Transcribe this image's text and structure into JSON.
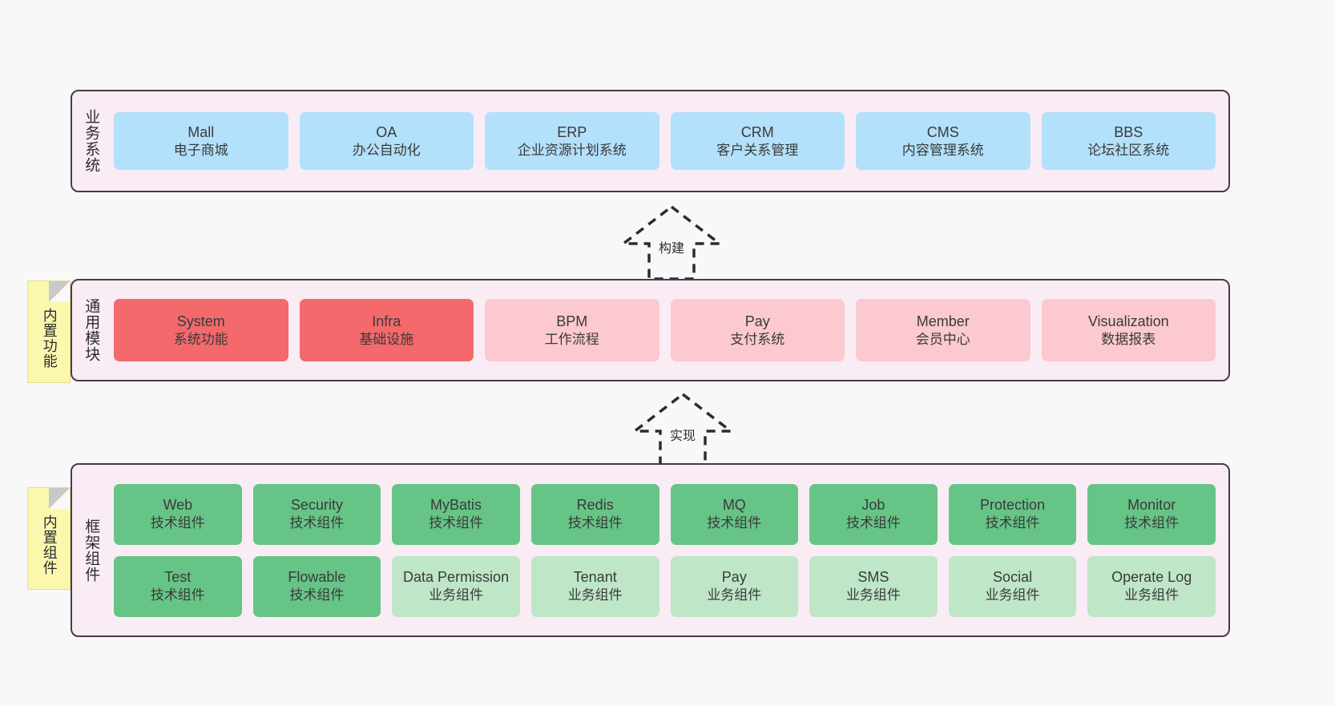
{
  "layers": [
    {
      "id": "business",
      "title": "业务系统",
      "rows": [
        {
          "cards": [
            {
              "name": "Mall",
              "sub": "电子商城",
              "color": "c-blue"
            },
            {
              "name": "OA",
              "sub": "办公自动化",
              "color": "c-blue"
            },
            {
              "name": "ERP",
              "sub": "企业资源计划系统",
              "color": "c-blue"
            },
            {
              "name": "CRM",
              "sub": "客户关系管理",
              "color": "c-blue"
            },
            {
              "name": "CMS",
              "sub": "内容管理系统",
              "color": "c-blue"
            },
            {
              "name": "BBS",
              "sub": "论坛社区系统",
              "color": "c-blue"
            }
          ]
        }
      ]
    },
    {
      "id": "common",
      "title": "通用模块",
      "rows": [
        {
          "cards": [
            {
              "name": "System",
              "sub": "系统功能",
              "color": "c-red"
            },
            {
              "name": "Infra",
              "sub": "基础设施",
              "color": "c-red"
            },
            {
              "name": "BPM",
              "sub": "工作流程",
              "color": "c-pink"
            },
            {
              "name": "Pay",
              "sub": "支付系统",
              "color": "c-pink"
            },
            {
              "name": "Member",
              "sub": "会员中心",
              "color": "c-pink"
            },
            {
              "name": "Visualization",
              "sub": "数据报表",
              "color": "c-pink"
            }
          ]
        }
      ]
    },
    {
      "id": "frame",
      "title": "框架组件",
      "rows": [
        {
          "cards": [
            {
              "name": "Web",
              "sub": "技术组件",
              "color": "c-green"
            },
            {
              "name": "Security",
              "sub": "技术组件",
              "color": "c-green"
            },
            {
              "name": "MyBatis",
              "sub": "技术组件",
              "color": "c-green"
            },
            {
              "name": "Redis",
              "sub": "技术组件",
              "color": "c-green"
            },
            {
              "name": "MQ",
              "sub": "技术组件",
              "color": "c-green"
            },
            {
              "name": "Job",
              "sub": "技术组件",
              "color": "c-green"
            },
            {
              "name": "Protection",
              "sub": "技术组件",
              "color": "c-green"
            },
            {
              "name": "Monitor",
              "sub": "技术组件",
              "color": "c-green"
            }
          ]
        },
        {
          "cards": [
            {
              "name": "Test",
              "sub": "技术组件",
              "color": "c-green"
            },
            {
              "name": "Flowable",
              "sub": "技术组件",
              "color": "c-green"
            },
            {
              "name": "Data Permission",
              "sub": "业务组件",
              "color": "c-greenlight"
            },
            {
              "name": "Tenant",
              "sub": "业务组件",
              "color": "c-greenlight"
            },
            {
              "name": "Pay",
              "sub": "业务组件",
              "color": "c-greenlight"
            },
            {
              "name": "SMS",
              "sub": "业务组件",
              "color": "c-greenlight"
            },
            {
              "name": "Social",
              "sub": "业务组件",
              "color": "c-greenlight"
            },
            {
              "name": "Operate Log",
              "sub": "业务组件",
              "color": "c-greenlight"
            }
          ]
        }
      ]
    }
  ],
  "notes": [
    {
      "id": "features",
      "label": "内置功能"
    },
    {
      "id": "components",
      "label": "内置组件"
    }
  ],
  "arrows": [
    {
      "id": "build",
      "label": "构建"
    },
    {
      "id": "impl",
      "label": "实现"
    }
  ],
  "colors": {
    "canvas": "#f8f8f8",
    "layer_bg": "#f9ecf5",
    "layer_border": "#4a3b47",
    "blue": "#b3e0fb",
    "red": "#f4696c",
    "pink": "#fbc9cf",
    "green": "#67c487",
    "green_light": "#bfe6c7",
    "note": "#fbf8ae",
    "arrow": "#2c2c2c"
  }
}
